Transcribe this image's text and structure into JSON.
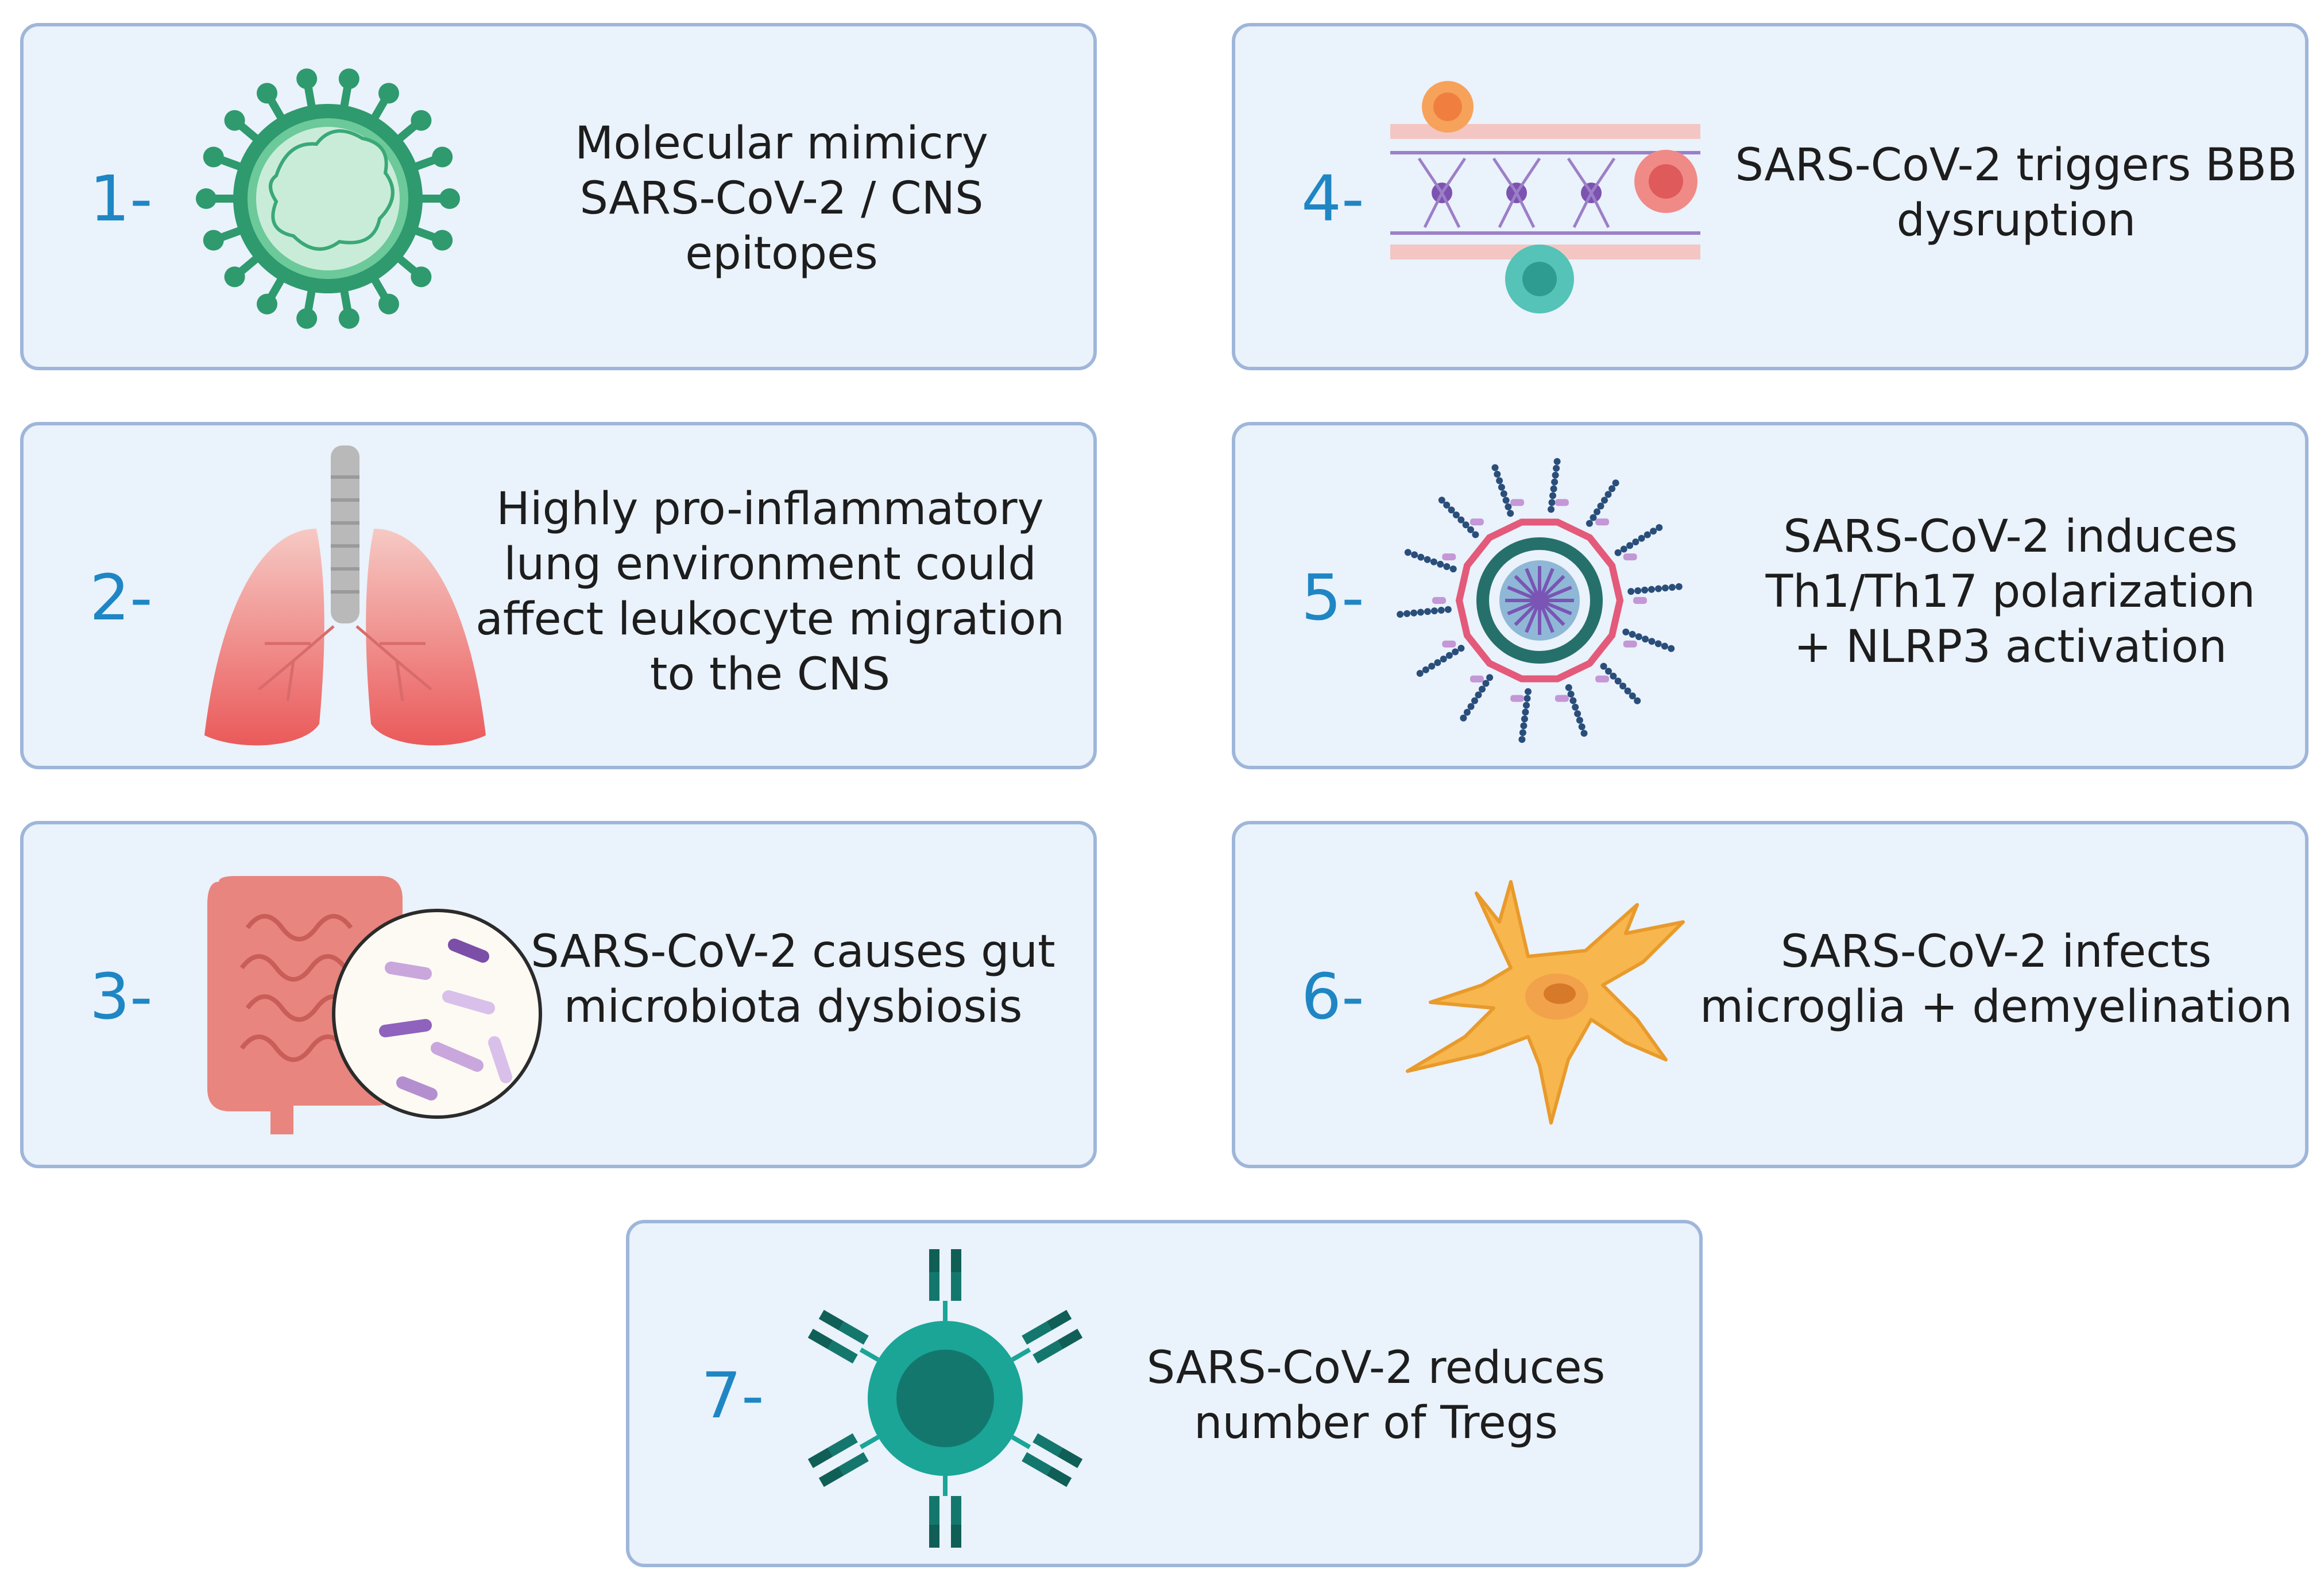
{
  "panels": [
    {
      "number": "1-",
      "lines": [
        "Molecular mimicry",
        "SARS-CoV-2 / CNS",
        "epitopes"
      ]
    },
    {
      "number": "2-",
      "lines": [
        "Highly pro-inflammatory",
        "lung environment could",
        "affect leukocyte migration",
        "to the CNS"
      ]
    },
    {
      "number": "3-",
      "lines": [
        "SARS-CoV-2 causes gut",
        "microbiota dysbiosis"
      ]
    },
    {
      "number": "4-",
      "lines": [
        "SARS-CoV-2 triggers BBB",
        "dysruption"
      ]
    },
    {
      "number": "5-",
      "lines": [
        "SARS-CoV-2 induces",
        "Th1/Th17 polarization",
        "+ NLRP3 activation"
      ]
    },
    {
      "number": "6-",
      "lines": [
        "SARS-CoV-2 infects",
        "microglia + demyelination"
      ]
    },
    {
      "number": "7-",
      "lines": [
        "SARS-CoV-2  reduces",
        "number of Tregs"
      ]
    }
  ],
  "colors": {
    "panel_fill": "#eaf2fb",
    "panel_border": "#9fb6da",
    "number": "#1f86c4",
    "virus": "#2e9a6e",
    "lung": "#ea6a6a",
    "gut": "#e8857e",
    "microglia": "#f7b64e",
    "treg": "#1aa597",
    "inflammasome": "#26706b"
  },
  "icons": {
    "panel1": "coronavirus-icon",
    "panel2": "lungs-icon",
    "panel3": "gut-microbiota-icon",
    "panel4": "blood-brain-barrier-icon",
    "panel5": "nlrp3-inflammasome-icon",
    "panel6": "microglia-icon",
    "panel7": "treg-cell-icon"
  }
}
